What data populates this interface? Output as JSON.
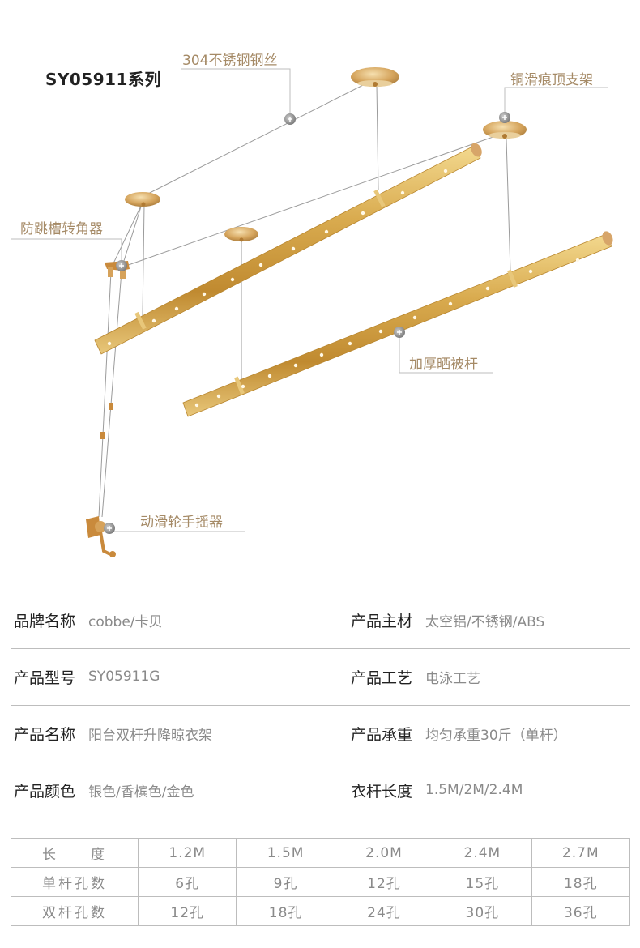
{
  "diagram": {
    "series_title": "SY05911系列",
    "callouts": {
      "steel_wire": "304不锈钢钢丝",
      "ceiling_bracket": "铜滑痕顶支架",
      "corner_device": "防跳槽转角器",
      "thick_rod": "加厚晒被杆",
      "hand_crank": "动滑轮手摇器"
    },
    "accent_color": "#a58a66",
    "rod_color": "#d4a64a"
  },
  "specs": {
    "rows": [
      {
        "left": {
          "label": "品牌名称",
          "value": "cobbe/卡贝"
        },
        "right": {
          "label": "产品主材",
          "value": "太空铝/不锈钢/ABS"
        }
      },
      {
        "left": {
          "label": "产品型号",
          "value": "SY05911G"
        },
        "right": {
          "label": "产品工艺",
          "value": "电泳工艺"
        }
      },
      {
        "left": {
          "label": "产品名称",
          "value": "阳台双杆升降晾衣架"
        },
        "right": {
          "label": "产品承重",
          "value": "均匀承重30斤（单杆）"
        }
      },
      {
        "left": {
          "label": "产品颜色",
          "value": "银色/香槟色/金色"
        },
        "right": {
          "label": "衣杆长度",
          "value": "1.5M/2M/2.4M"
        }
      }
    ]
  },
  "holes_table": {
    "header_label": "长　　度",
    "lengths": [
      "1.2M",
      "1.5M",
      "2.0M",
      "2.4M",
      "2.7M"
    ],
    "rows": [
      {
        "label": "单杆孔数",
        "values": [
          "6孔",
          "9孔",
          "12孔",
          "15孔",
          "18孔"
        ]
      },
      {
        "label": "双杆孔数",
        "values": [
          "12孔",
          "18孔",
          "24孔",
          "30孔",
          "36孔"
        ]
      }
    ]
  }
}
